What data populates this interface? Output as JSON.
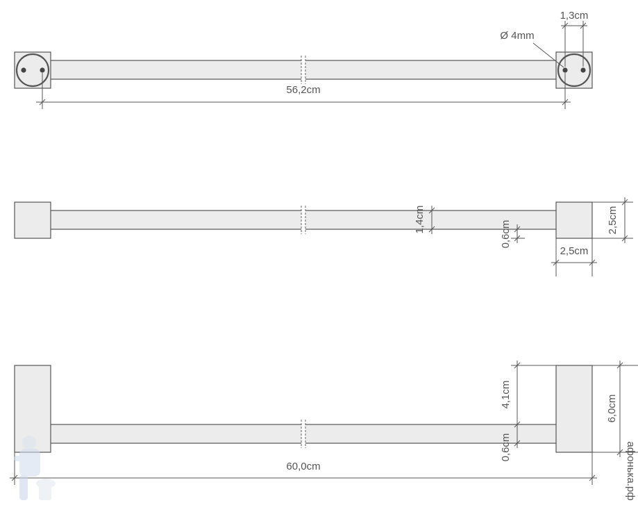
{
  "top_view": {
    "dim_mount_offset": "1,3cm",
    "dim_hole_diameter": "Ø 4mm",
    "dim_hole_spacing": "56,2cm"
  },
  "front_view": {
    "dim_bar_height": "1,4cm",
    "dim_bar_offset": "0,6cm",
    "dim_block_height": "2,5cm",
    "dim_block_width": "2,5cm"
  },
  "side_view": {
    "dim_upper": "4,1cm",
    "dim_lower": "0,6cm",
    "dim_block_height": "6,0cm",
    "dim_total_length": "60,0cm"
  },
  "watermark": {
    "vertical_text": "афонька.рф"
  },
  "colors": {
    "line": "#555555",
    "fill": "#ececec",
    "watermark": "#c9d4e4"
  }
}
